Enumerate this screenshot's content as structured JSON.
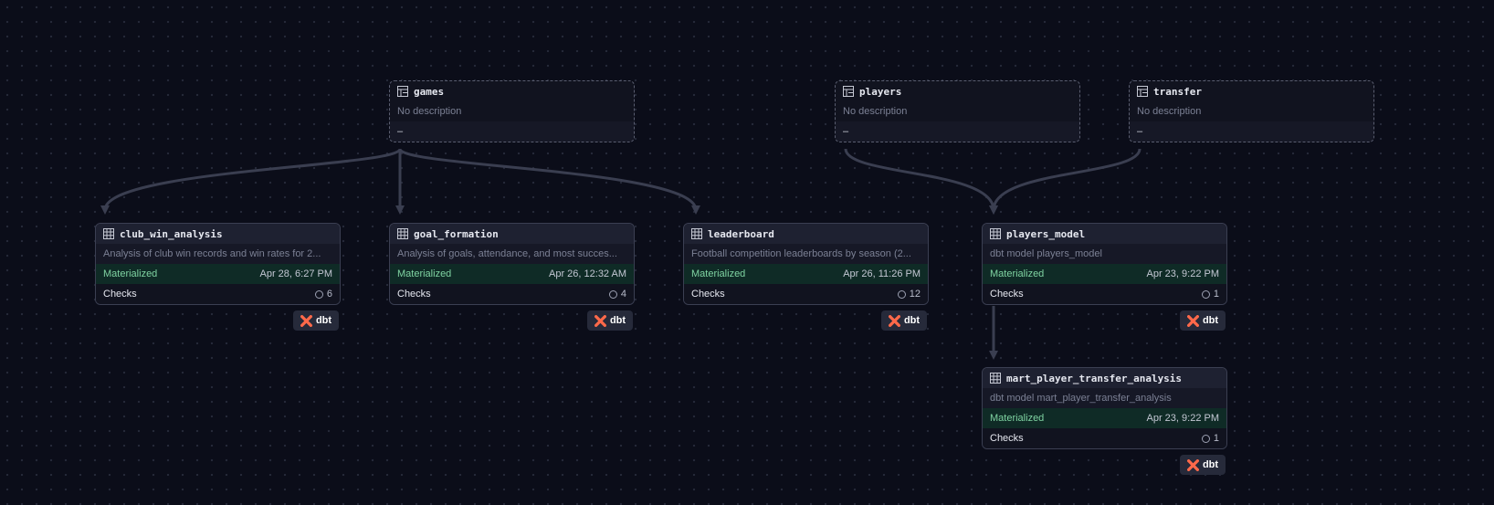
{
  "sources": [
    {
      "name": "games",
      "description": "No description",
      "meta": "–"
    },
    {
      "name": "players",
      "description": "No description",
      "meta": "–"
    },
    {
      "name": "transfer",
      "description": "No description",
      "meta": "–"
    }
  ],
  "models": [
    {
      "name": "club_win_analysis",
      "description": "Analysis of club win records and win rates for 2...",
      "status": "Materialized",
      "date": "Apr 28, 6:27 PM",
      "checks_label": "Checks",
      "checks": "6",
      "badge": "dbt"
    },
    {
      "name": "goal_formation",
      "description": "Analysis of goals, attendance, and most succes...",
      "status": "Materialized",
      "date": "Apr 26, 12:32 AM",
      "checks_label": "Checks",
      "checks": "4",
      "badge": "dbt"
    },
    {
      "name": "leaderboard",
      "description": "Football competition leaderboards by season (2...",
      "status": "Materialized",
      "date": "Apr 26, 11:26 PM",
      "checks_label": "Checks",
      "checks": "12",
      "badge": "dbt"
    },
    {
      "name": "players_model",
      "description": "dbt model players_model",
      "status": "Materialized",
      "date": "Apr 23, 9:22 PM",
      "checks_label": "Checks",
      "checks": "1",
      "badge": "dbt"
    },
    {
      "name": "mart_player_transfer_analysis",
      "description": "dbt model mart_player_transfer_analysis",
      "status": "Materialized",
      "date": "Apr 23, 9:22 PM",
      "checks_label": "Checks",
      "checks": "1",
      "badge": "dbt"
    }
  ],
  "edges": [
    [
      "games",
      "club_win_analysis"
    ],
    [
      "games",
      "goal_formation"
    ],
    [
      "games",
      "leaderboard"
    ],
    [
      "players",
      "players_model"
    ],
    [
      "transfer",
      "players_model"
    ],
    [
      "players_model",
      "mart_player_transfer_analysis"
    ]
  ],
  "colors": {
    "background": "#0b0d19",
    "materialized": "#7fd3a2",
    "dbt_logo": "#ff694a",
    "edge": "#3a3e50"
  },
  "icons": {
    "source": "table-source-icon",
    "model": "table-icon",
    "checks": "circle-icon",
    "badge": "dbt-logo-icon"
  }
}
